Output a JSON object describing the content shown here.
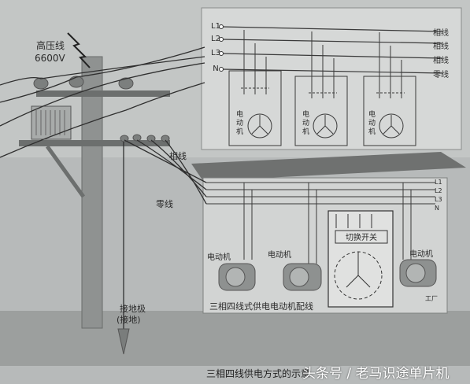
{
  "labels": {
    "hv_line": "高压线",
    "hv_voltage": "6600V",
    "phase_wire": "相线",
    "neutral_wire": "零线",
    "ground": "接地极",
    "ground_paren": "(接地)",
    "motor": "电动机",
    "switch": "切换开关",
    "factory": "工厂",
    "inner_caption": "三相四线式供电电动机配线",
    "caption": "三相四线供电方式的示意",
    "watermark": "头条号 / 老马识途单片机"
  },
  "top_schematic": {
    "lines": [
      {
        "id": "L1",
        "right": "相线"
      },
      {
        "id": "L2",
        "right": "相线"
      },
      {
        "id": "L3",
        "right": "相线"
      },
      {
        "id": "N",
        "right": "零线"
      }
    ],
    "motors": [
      "电动机",
      "电动机",
      "电动机"
    ]
  },
  "factory_lines": [
    "L1",
    "L2",
    "L3",
    "N"
  ],
  "colors": {
    "background": "#b9bcbc",
    "panel": "#d9dbda",
    "line": "#444444"
  }
}
